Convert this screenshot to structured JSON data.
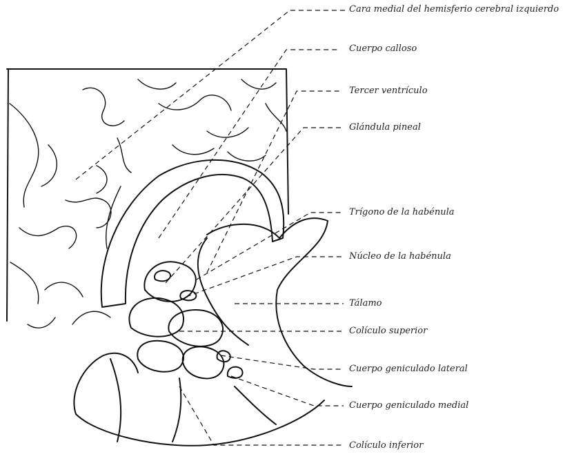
{
  "labels": [
    {
      "id": "cara_medial",
      "text": "Cara medial del hemisferio cerebral izquierdo"
    },
    {
      "id": "cuerpo_calloso",
      "text": "Cuerpo calloso"
    },
    {
      "id": "tercer_ventriculo",
      "text": "Tercer ventrículo"
    },
    {
      "id": "glandula_pineal",
      "text": "Glándula pineal"
    },
    {
      "id": "trigono",
      "text": "Trígono de la habénula"
    },
    {
      "id": "nucleo",
      "text": "Núcleo de la habénula"
    },
    {
      "id": "talamo",
      "text": "Tálamo"
    },
    {
      "id": "coliculo_superior",
      "text": "Colículo superior"
    },
    {
      "id": "geniculado_lateral",
      "text": "Cuerpo geniculado lateral"
    },
    {
      "id": "geniculado_medial",
      "text": "Cuerpo geniculado medial"
    },
    {
      "id": "coliculo_inferior",
      "text": "Colículo inferior"
    }
  ],
  "colors": {
    "ink": "#111111",
    "label": "#222222",
    "background": "#ffffff"
  }
}
